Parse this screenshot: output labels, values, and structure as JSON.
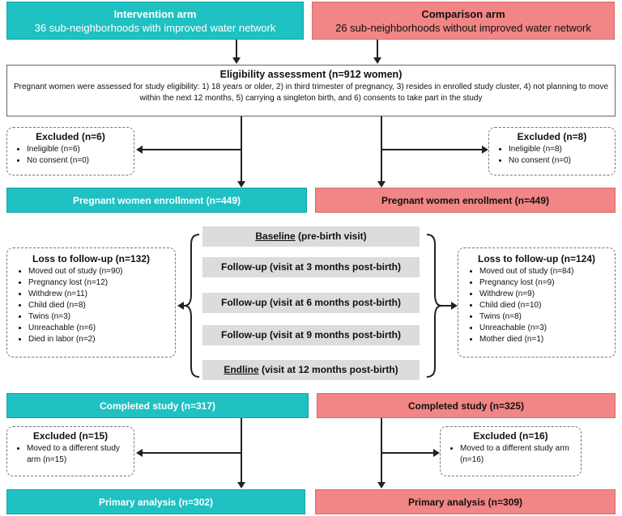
{
  "intervention": {
    "title": "Intervention arm",
    "subtitle": "36 sub-neighborhoods with improved water network",
    "enrollment": "Pregnant women enrollment (n=449)",
    "completed": "Completed study (n=317)",
    "analysis": "Primary analysis (n=302)",
    "excluded1": {
      "title": "Excluded (n=6)",
      "items": [
        "Ineligible (n=6)",
        "No consent (n=0)"
      ]
    },
    "loss": {
      "title": "Loss to follow-up (n=132)",
      "items": [
        "Moved out of study (n=90)",
        "Pregnancy lost (n=12)",
        "Withdrew (n=11)",
        "Child died (n=8)",
        "Twins (n=3)",
        "Unreachable (n=6)",
        "Died in labor (n=2)"
      ]
    },
    "excluded2": {
      "title": "Excluded (n=15)",
      "items": [
        "Moved to a different study arm (n=15)"
      ]
    }
  },
  "comparison": {
    "title": "Comparison arm",
    "subtitle": "26 sub-neighborhoods without improved water network",
    "enrollment": "Pregnant women enrollment (n=449)",
    "completed": "Completed study (n=325)",
    "analysis": "Primary analysis (n=309)",
    "excluded1": {
      "title": "Excluded (n=8)",
      "items": [
        "Ineligible (n=8)",
        "No consent (n=0)"
      ]
    },
    "loss": {
      "title": "Loss to follow-up (n=124)",
      "items": [
        "Moved out of study (n=84)",
        "Pregnancy lost (n=9)",
        "Withdrew (n=9)",
        "Child died (n=10)",
        "Twins (n=8)",
        "Unreachable (n=3)",
        "Mother died (n=1)"
      ]
    },
    "excluded2": {
      "title": "Excluded (n=16)",
      "items": [
        "Moved to a different study arm (n=16)"
      ]
    }
  },
  "eligibility": {
    "title": "Eligibility assessment (n=912 women)",
    "description": "Pregnant women were assessed for study eligibility: 1) 18 years or older, 2) in third trimester of pregnancy, 3) resides in enrolled study cluster, 4) not planning to move within the next 12 months, 5) carrying a singleton birth, and 6) consents to take part in the study"
  },
  "visits": [
    {
      "label": "Baseline",
      "detail": " (pre-birth visit)"
    },
    {
      "label": "",
      "detail": "Follow-up (visit at 3 months post-birth)"
    },
    {
      "label": "",
      "detail": "Follow-up (visit at 6 months post-birth)"
    },
    {
      "label": "",
      "detail": "Follow-up (visit at 9 months post-birth)"
    },
    {
      "label": "Endline",
      "detail": " (visit at 12 months post-birth)"
    }
  ],
  "colors": {
    "intervention": "#1fc1c3",
    "comparison": "#f28585",
    "visit": "#dcdcdc"
  }
}
